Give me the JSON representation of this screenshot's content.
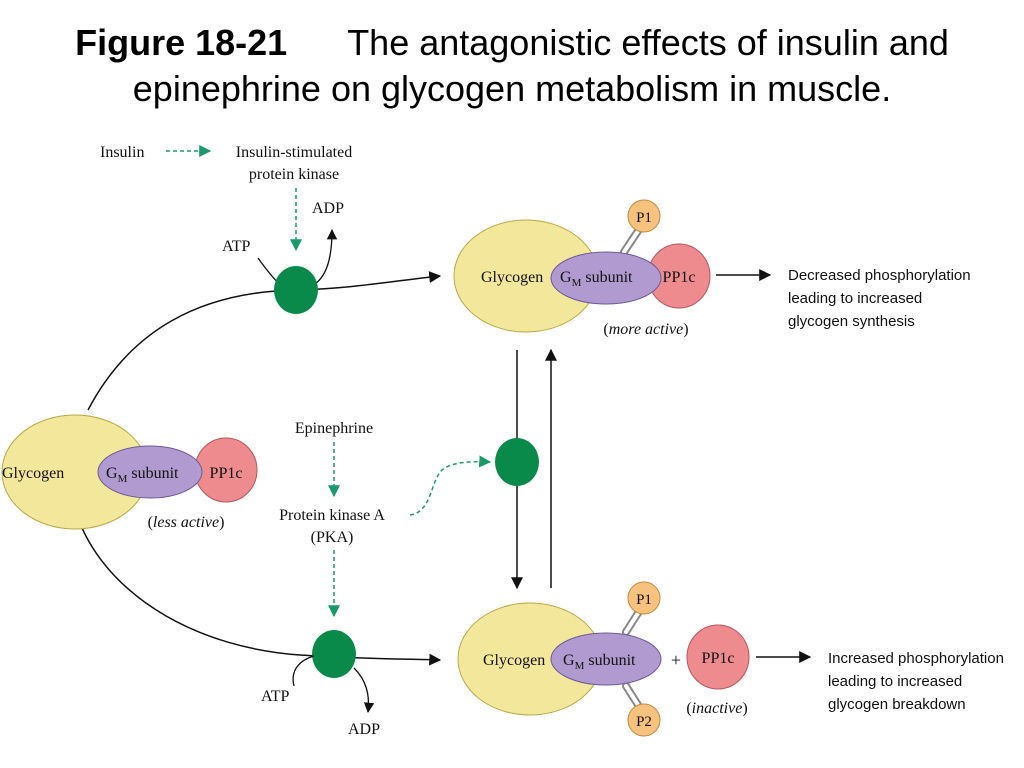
{
  "caption": {
    "figure_label": "Figure 18-21",
    "line1": "The antagonistic effects of insulin and",
    "line2": "epinephrine on glycogen metabolism in muscle."
  },
  "labels": {
    "insulin": "Insulin",
    "insulin_kinase_1": "Insulin-stimulated",
    "insulin_kinase_2": "protein kinase",
    "adp": "ADP",
    "atp": "ATP",
    "epinephrine": "Epinephrine",
    "pka_1": "Protein kinase A",
    "pka_2": "(PKA)",
    "glycogen": "Glycogen",
    "gm_g": "G",
    "gm_sub": "M",
    "gm_rest": " subunit",
    "pp1c": "PP1c",
    "p1": "P1",
    "p2": "P2",
    "plus": "+",
    "less_active": "less active",
    "more_active": "more active",
    "inactive": "inactive"
  },
  "outcomes": {
    "top": [
      "Decreased phosphorylation",
      "leading to increased",
      "glycogen synthesis"
    ],
    "bottom": [
      "Increased phosphorylation",
      "leading to increased",
      "glycogen breakdown"
    ]
  },
  "colors": {
    "glycogen": "#f2e79a",
    "gm_subunit": "#b09ad0",
    "pp1c": "#ee8b8e",
    "phosphate": "#f6c27e",
    "kinase": "#0a8a4a",
    "dashed_arrow": "#1a9a6a"
  }
}
